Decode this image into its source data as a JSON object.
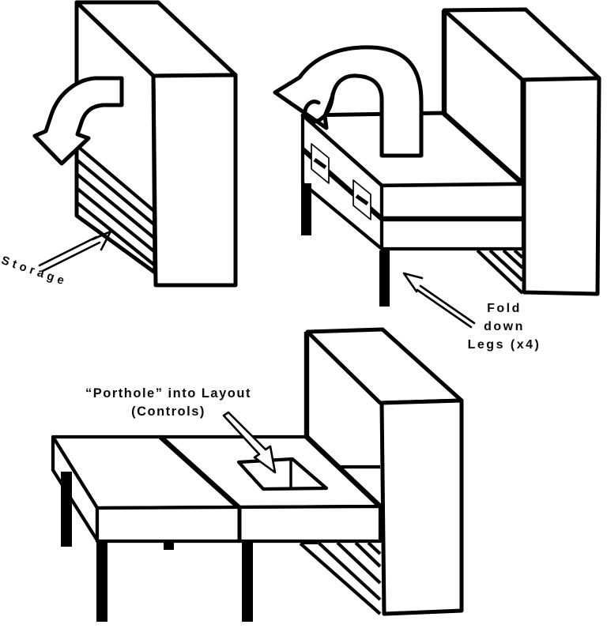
{
  "page": {
    "background": "#ffffff",
    "ink": "#000000"
  },
  "annotations": {
    "storage": {
      "label": "Storage"
    },
    "fold_legs": {
      "lines": [
        "Fold",
        "down",
        "Legs (x4)"
      ]
    },
    "porthole": {
      "lines": [
        "“Porthole” into Layout",
        "(Controls)"
      ]
    }
  }
}
